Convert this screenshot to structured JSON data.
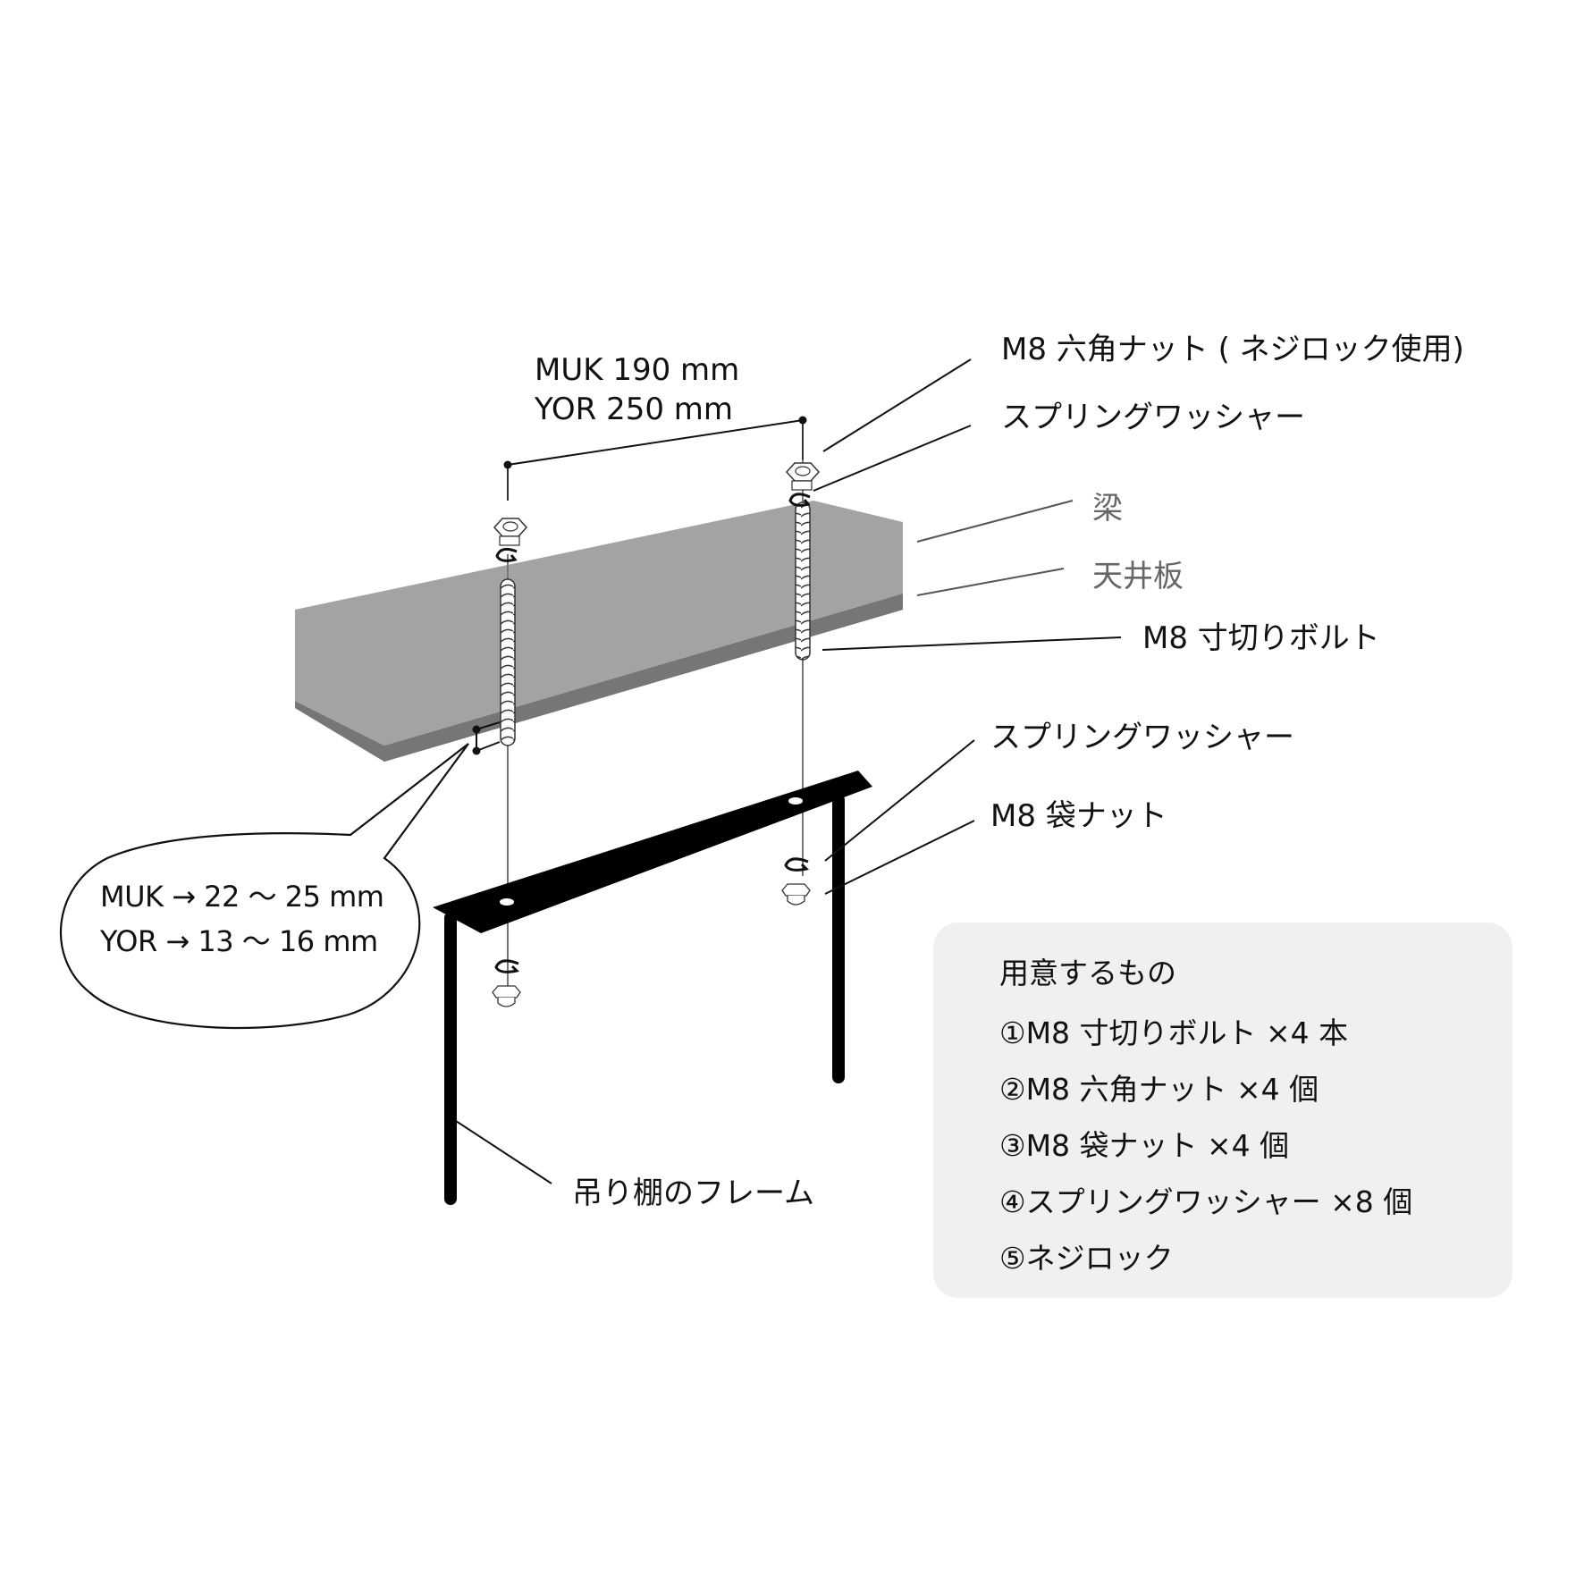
{
  "dimension_top": {
    "lines": [
      "MUK   190 mm",
      "YOR   250 mm"
    ]
  },
  "callouts": {
    "hex_nut": "M8 六角ナット ( ネジロック使用)",
    "spring_washer_top": "スプリングワッシャー",
    "beam": "梁",
    "ceiling_board": "天井板",
    "cut_bolt": "M8 寸切りボルト",
    "spring_washer_bottom": "スプリングワッシャー",
    "cap_nut": "M8 袋ナット",
    "frame": "吊り棚のフレーム"
  },
  "bubble": {
    "lines": [
      "MUK → 22 〜 25 mm",
      "YOR → 13 〜 16 mm"
    ]
  },
  "parts_list": {
    "title": "用意するもの",
    "items": [
      "①M8 寸切りボルト ×4 本",
      "②M8 六角ナット ×4 個",
      "③M8 袋ナット ×4 個",
      "④スプリングワッシャー ×8 個",
      "⑤ネジロック"
    ]
  },
  "colors": {
    "beam_face": "#a3a3a3",
    "ceiling_board_edge": "#767676",
    "frame": "#000000",
    "panel_bg": "#f0f0f0",
    "gray_label": "#666666"
  }
}
